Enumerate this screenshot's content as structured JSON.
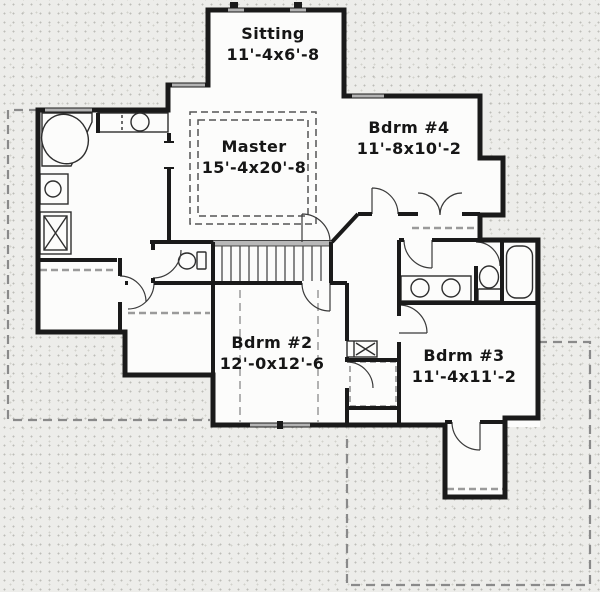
{
  "plan": {
    "rooms": [
      {
        "name": "Sitting",
        "dims": "11'-4x6'-8"
      },
      {
        "name": "Master",
        "dims": "15'-4x20'-8"
      },
      {
        "name": "Bdrm #4",
        "dims": "11'-8x10'-2"
      },
      {
        "name": "Bdrm #2",
        "dims": "12'-0x12'-6"
      },
      {
        "name": "Bdrm #3",
        "dims": "11'-4x11'-2"
      }
    ],
    "fixtures": [
      "garden-tub",
      "vanity-sink",
      "lavatory-sink",
      "shower",
      "toilet",
      "stairs",
      "double-vanity-sinks",
      "toilet",
      "bathtub",
      "linen-chute"
    ],
    "colors": {
      "wall": "#1a1a1a",
      "window": "#b3b3b3",
      "roof-dashed": "#8a8a8a",
      "paper": "#ededea",
      "floor": "#fcfcfb"
    }
  }
}
